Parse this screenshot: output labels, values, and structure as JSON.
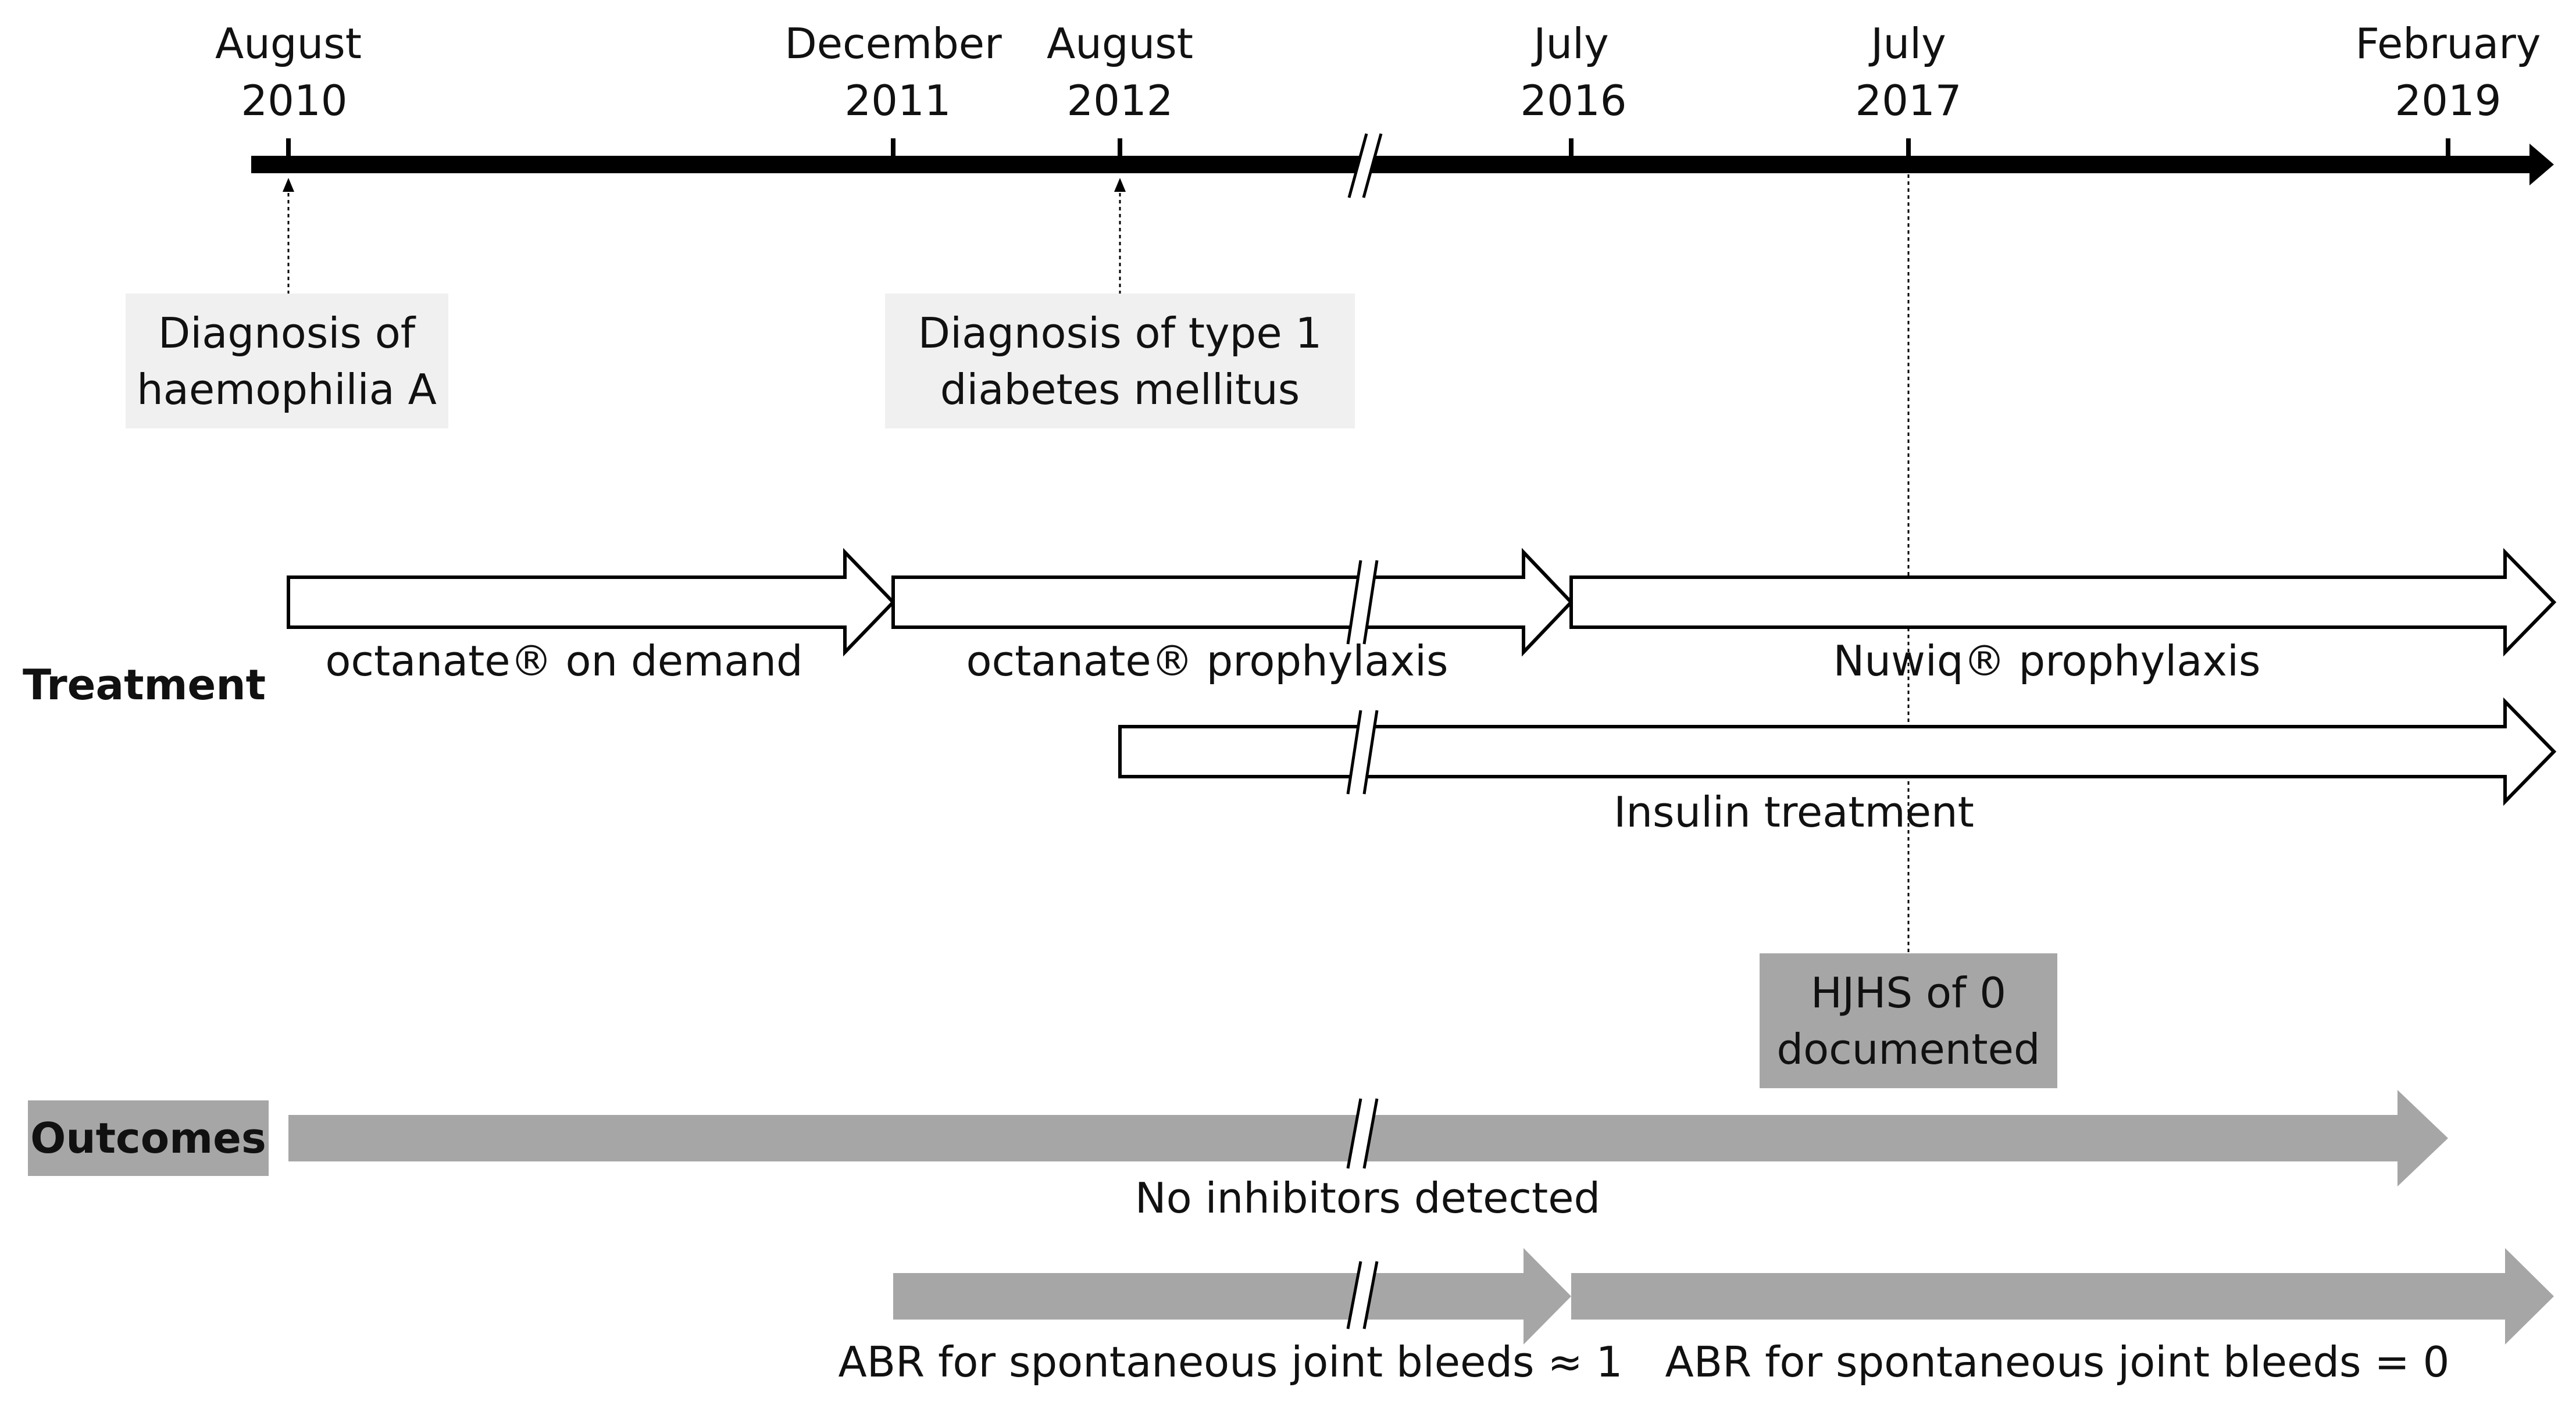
{
  "timeline": {
    "dates": [
      {
        "month": "August",
        "year": "2010"
      },
      {
        "month": "December",
        "year": "2011"
      },
      {
        "month": "August",
        "year": "2012"
      },
      {
        "month": "July",
        "year": "2016"
      },
      {
        "month": "July",
        "year": "2017"
      },
      {
        "month": "February",
        "year": "2019"
      }
    ]
  },
  "events": {
    "haemophilia": {
      "line1": "Diagnosis of",
      "line2": "haemophilia A"
    },
    "diabetes": {
      "line1": "Diagnosis of type 1",
      "line2": "diabetes mellitus"
    },
    "hjhs": {
      "line1": "HJHS of 0",
      "line2": "documented"
    }
  },
  "treatment": {
    "heading": "Treatment",
    "octanate_on_demand": "octanate® on demand",
    "octanate_prophylaxis": "octanate® prophylaxis",
    "nuwiq_prophylaxis": "Nuwiq® prophylaxis",
    "insulin": "Insulin treatment"
  },
  "outcomes": {
    "heading": "Outcomes",
    "no_inhibitors": "No inhibitors detected",
    "abr_before": "ABR for spontaneous joint bleeds ≈ 1",
    "abr_after": "ABR for spontaneous joint bleeds = 0"
  },
  "colors": {
    "axis": "#000000",
    "label_box": "#f0f0f0",
    "outcome_fill": "#a6a6a6",
    "text": "#111111"
  }
}
